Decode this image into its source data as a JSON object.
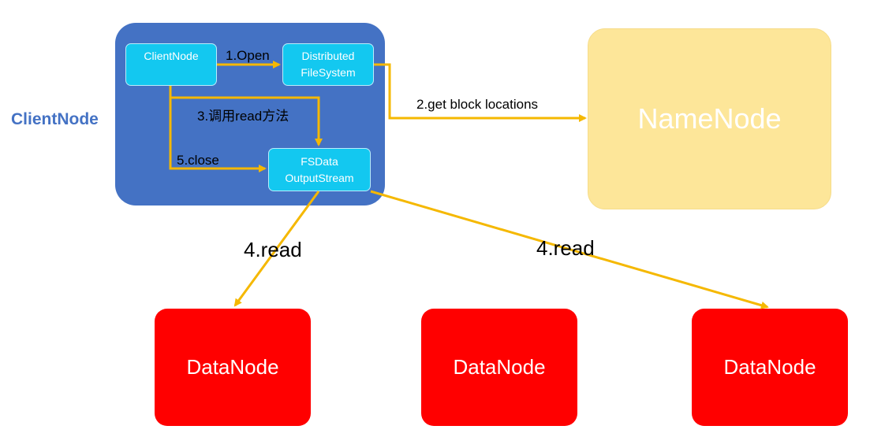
{
  "client_group": {
    "side_label": "ClientNode",
    "client_node": "ClientNode",
    "distributed_fs": "Distributed\nFileSystem",
    "fsdata_stream": "FSData\nOutputStream"
  },
  "name_node": "NameNode",
  "data_nodes": [
    "DataNode",
    "DataNode",
    "DataNode"
  ],
  "edges": {
    "open": "1.Open",
    "get_block_locations": "2.get block locations",
    "call_read": "3.调用read方法",
    "read_left": "4.read",
    "read_right": "4.read",
    "close": "5.close"
  },
  "colors": {
    "client_container": "#4472c4",
    "small_box": "#13c8f0",
    "namenode": "#fde699",
    "datanode": "#ff0000",
    "arrow": "#f5b800"
  }
}
